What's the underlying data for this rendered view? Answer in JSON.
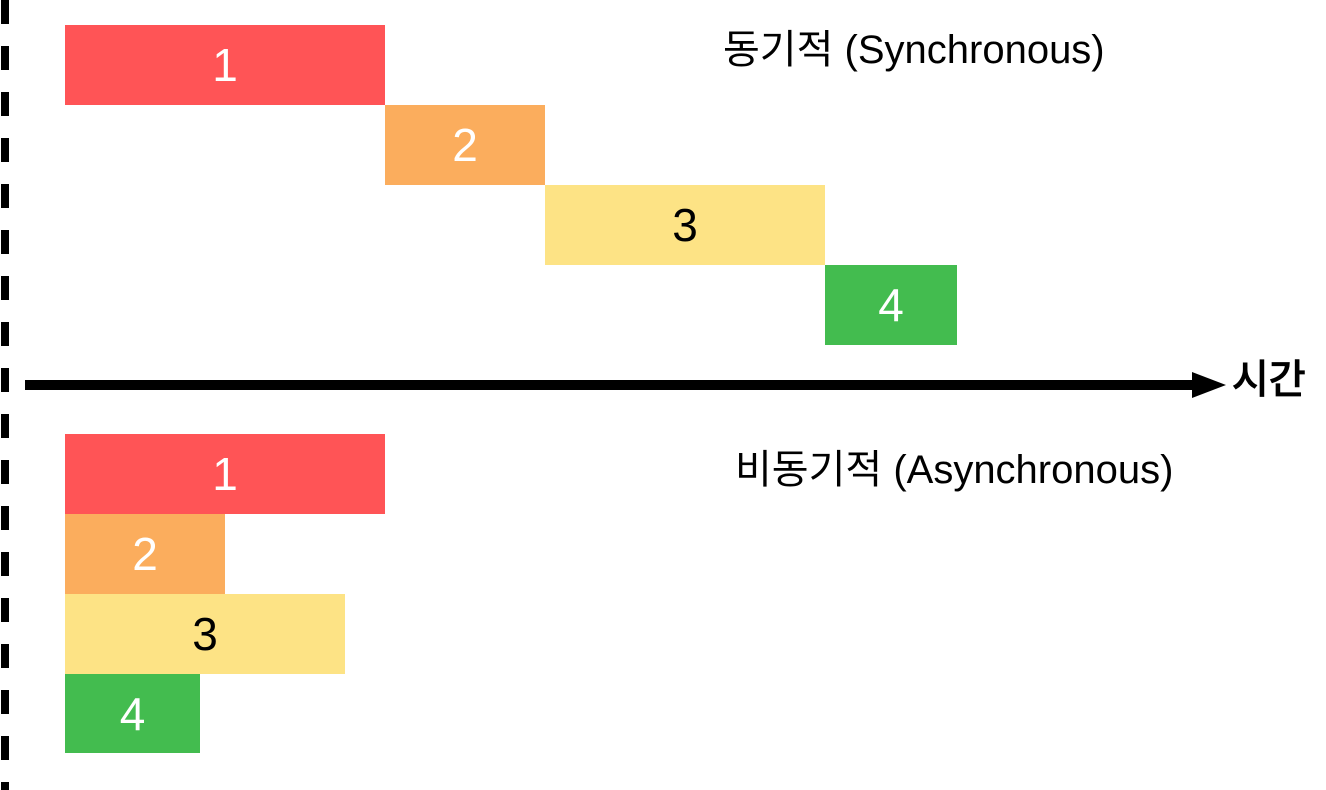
{
  "diagram": {
    "background_color": "#ffffff",
    "boundary_line_color": "#000000",
    "axis": {
      "label": "시간",
      "color": "#000000"
    },
    "sections": [
      {
        "name": "synchronous",
        "title": "동기적 (Synchronous)",
        "bars": [
          {
            "label": "1",
            "color": "#ff5456",
            "text_color": "#ffffff"
          },
          {
            "label": "2",
            "color": "#fbad5d",
            "text_color": "#ffffff"
          },
          {
            "label": "3",
            "color": "#fde385",
            "text_color": "#000000"
          },
          {
            "label": "4",
            "color": "#43bc4f",
            "text_color": "#ffffff"
          }
        ]
      },
      {
        "name": "asynchronous",
        "title": "비동기적 (Asynchronous)",
        "bars": [
          {
            "label": "1",
            "color": "#ff5456",
            "text_color": "#ffffff"
          },
          {
            "label": "2",
            "color": "#fbad5d",
            "text_color": "#ffffff"
          },
          {
            "label": "3",
            "color": "#fde385",
            "text_color": "#000000"
          },
          {
            "label": "4",
            "color": "#43bc4f",
            "text_color": "#ffffff"
          }
        ]
      }
    ]
  }
}
